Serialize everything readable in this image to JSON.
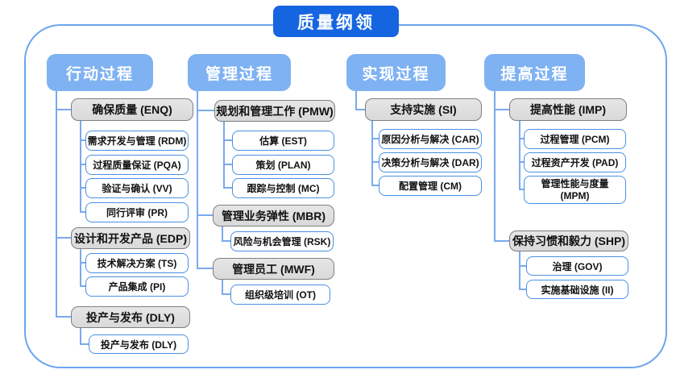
{
  "title": "质量纲领",
  "colors": {
    "title_bg": "#1565E0",
    "header_bg": "#7FB2F2",
    "gray_fill": "#D9D9D9",
    "gray_border": "#7F7F7F",
    "leaf_border": "#4A90E2",
    "line": "#7AA9EE",
    "frame_border": "#6CA6EE"
  },
  "columns": [
    {
      "header": "行动过程",
      "groups": [
        {
          "label": "确保质量 (ENQ)",
          "children": [
            "需求开发与管理 (RDM)",
            "过程质量保证 (PQA)",
            "验证与确认 (VV)",
            "同行评审 (PR)"
          ]
        },
        {
          "label": "设计和开发产品 (EDP)",
          "children": [
            "技术解决方案 (TS)",
            "产品集成 (PI)"
          ]
        },
        {
          "label": "投产与发布 (DLY)",
          "children": [
            "投产与发布 (DLY)"
          ]
        }
      ]
    },
    {
      "header": "管理过程",
      "groups": [
        {
          "label": "规划和管理工作 (PMW)",
          "children": [
            "估算 (EST)",
            "策划 (PLAN)",
            "跟踪与控制 (MC)"
          ]
        },
        {
          "label": "管理业务弹性 (MBR)",
          "children": [
            "风险与机会管理 (RSK)"
          ]
        },
        {
          "label": "管理员工 (MWF)",
          "children": [
            "组织级培训 (OT)"
          ]
        }
      ]
    },
    {
      "header": "实现过程",
      "groups": [
        {
          "label": "支持实施 (SI)",
          "children": [
            "原因分析与解决 (CAR)",
            "决策分析与解决 (DAR)",
            "配置管理 (CM)"
          ]
        }
      ]
    },
    {
      "header": "提高过程",
      "groups": [
        {
          "label": "提高性能 (IMP)",
          "children": [
            "过程管理 (PCM)",
            "过程资产开发 (PAD)",
            "管理性能与度量\n(MPM)"
          ]
        },
        {
          "label": "保持习惯和毅力 (SHP)",
          "children": [
            "治理 (GOV)",
            "实施基础设施 (II)"
          ]
        }
      ]
    }
  ]
}
